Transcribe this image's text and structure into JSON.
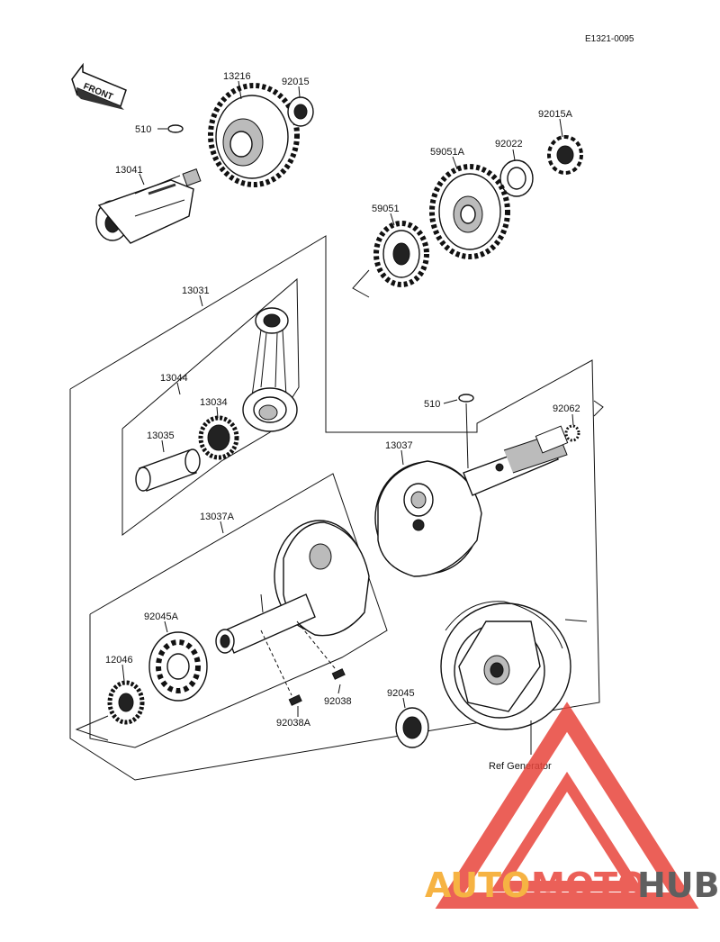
{
  "diagram": {
    "ref_code": "E1321-0095",
    "front_label": "FRONT",
    "parts": {
      "p13216": "13216",
      "p92015": "92015",
      "p510a": "510",
      "p13041": "13041",
      "p92015A": "92015A",
      "p92022": "92022",
      "p59051A": "59051A",
      "p59051": "59051",
      "p13031": "13031",
      "p13044": "13044",
      "p13034": "13034",
      "p13035": "13035",
      "p510b": "510",
      "p92062": "92062",
      "p13037": "13037",
      "p13037A": "13037A",
      "p92045A": "92045A",
      "p12046": "12046",
      "p92038": "92038",
      "p92038A": "92038A",
      "p92045": "92045",
      "ref_generator": "Ref Generator"
    }
  },
  "watermark": {
    "text_part1": "AUTO",
    "text_part2": "MOTO",
    "text_part3": "HUB",
    "colors": {
      "red": "#e8453c",
      "orange": "#f5a623",
      "gray": "#444444"
    }
  }
}
